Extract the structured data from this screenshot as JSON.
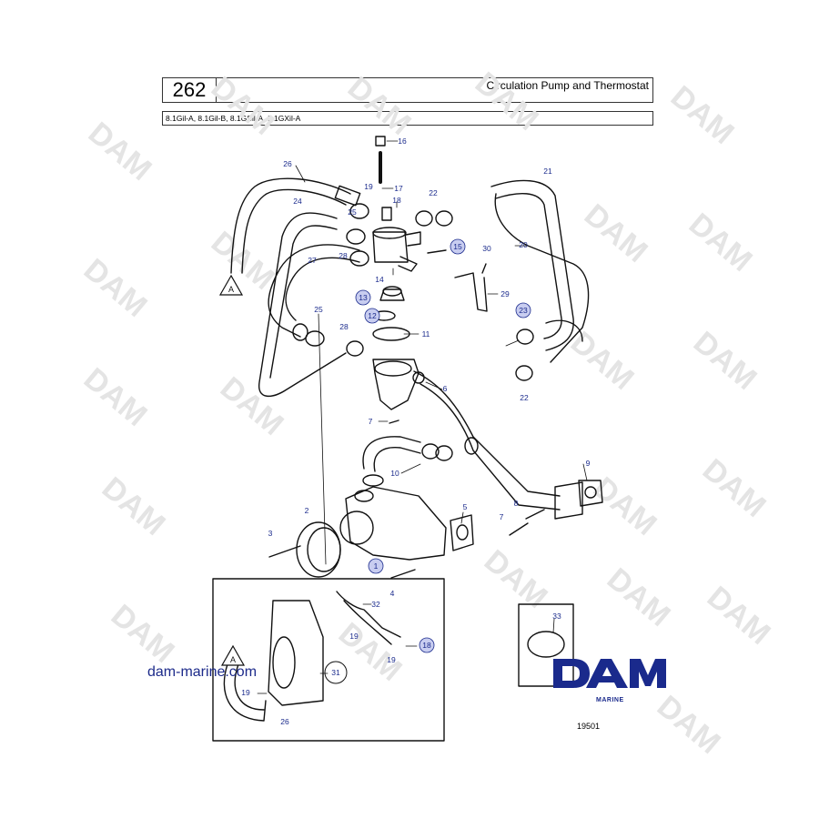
{
  "header": {
    "page_number": "262",
    "title": "Circulation Pump and Thermostat",
    "models": "8.1Gil-A, 8.1Gil-B, 8.1GSil-A, 8.1GXil-A"
  },
  "footer": {
    "website": "dam-marine.com",
    "drawing_number": "19501",
    "brand": "DAM",
    "brand_sub": "MARINE"
  },
  "watermark_text": "DAM",
  "colors": {
    "line": "#111111",
    "callout_fill": "#c8cdf0",
    "callout_text": "#1a2a8c",
    "brand": "#1a2a8c",
    "watermark": "#e2e2e2"
  },
  "callouts": [
    {
      "id": "c16",
      "label": "16",
      "highlight": false
    },
    {
      "id": "c17",
      "label": "17",
      "highlight": false
    },
    {
      "id": "c18",
      "label": "18",
      "highlight": false
    },
    {
      "id": "c19a",
      "label": "19",
      "highlight": false
    },
    {
      "id": "c26",
      "label": "26",
      "highlight": false
    },
    {
      "id": "c24",
      "label": "24",
      "highlight": false
    },
    {
      "id": "c25a",
      "label": "25",
      "highlight": false
    },
    {
      "id": "c22a",
      "label": "22",
      "highlight": false
    },
    {
      "id": "c21",
      "label": "21",
      "highlight": false
    },
    {
      "id": "c20",
      "label": "20",
      "highlight": false
    },
    {
      "id": "c15",
      "label": "15",
      "highlight": true
    },
    {
      "id": "c30",
      "label": "30",
      "highlight": false
    },
    {
      "id": "c28a",
      "label": "28",
      "highlight": false
    },
    {
      "id": "c27",
      "label": "27",
      "highlight": false
    },
    {
      "id": "c14",
      "label": "14",
      "highlight": false
    },
    {
      "id": "c29",
      "label": "29",
      "highlight": false
    },
    {
      "id": "c13",
      "label": "13",
      "highlight": true
    },
    {
      "id": "c12",
      "label": "12",
      "highlight": true
    },
    {
      "id": "c23",
      "label": "23",
      "highlight": true
    },
    {
      "id": "c25b",
      "label": "25",
      "highlight": false
    },
    {
      "id": "c11",
      "label": "11",
      "highlight": false
    },
    {
      "id": "c28b",
      "label": "28",
      "highlight": false
    },
    {
      "id": "c22b",
      "label": "22",
      "highlight": false
    },
    {
      "id": "c6",
      "label": "6",
      "highlight": false
    },
    {
      "id": "c7a",
      "label": "7",
      "highlight": false
    },
    {
      "id": "c10",
      "label": "10",
      "highlight": false
    },
    {
      "id": "c9",
      "label": "9",
      "highlight": false
    },
    {
      "id": "c2",
      "label": "2",
      "highlight": false
    },
    {
      "id": "c5",
      "label": "5",
      "highlight": false
    },
    {
      "id": "c8",
      "label": "8",
      "highlight": false
    },
    {
      "id": "c7b",
      "label": "7",
      "highlight": false
    },
    {
      "id": "c3",
      "label": "3",
      "highlight": false
    },
    {
      "id": "c1",
      "label": "1",
      "highlight": true
    },
    {
      "id": "c4",
      "label": "4",
      "highlight": false
    },
    {
      "id": "c32",
      "label": "32",
      "highlight": false
    },
    {
      "id": "c33",
      "label": "33",
      "highlight": false
    },
    {
      "id": "c19b",
      "label": "19",
      "highlight": false
    },
    {
      "id": "c18b",
      "label": "18",
      "highlight": true
    },
    {
      "id": "c19c",
      "label": "19",
      "highlight": false
    },
    {
      "id": "c31",
      "label": "31",
      "highlight": false
    },
    {
      "id": "c19d",
      "label": "19",
      "highlight": false
    },
    {
      "id": "c26b",
      "label": "26",
      "highlight": false
    }
  ],
  "reference_marks": [
    {
      "id": "refA1",
      "label": "A"
    },
    {
      "id": "refA2",
      "label": "A"
    }
  ]
}
